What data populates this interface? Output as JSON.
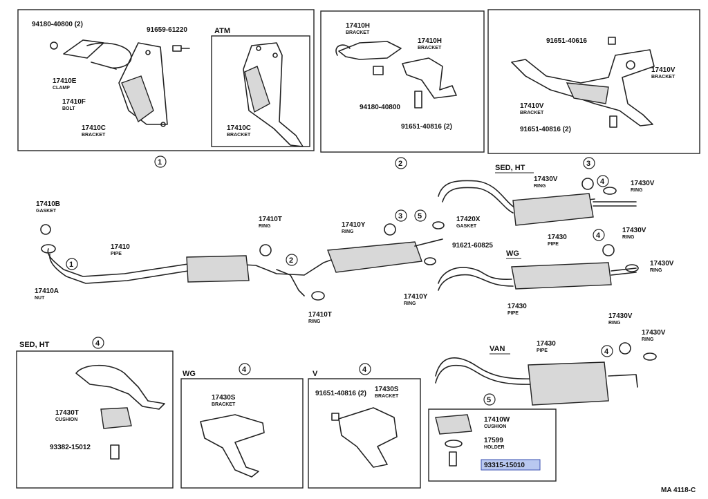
{
  "footer": {
    "diagram_code": "MA  4118-C"
  },
  "groups": {
    "g1": {
      "circle": "1",
      "atm_title": "ATM"
    },
    "g2": {
      "circle": "2"
    },
    "g4a": {
      "title": "SED, HT",
      "circle": "4"
    },
    "g4b": {
      "title": "WG",
      "circle": "4"
    },
    "g4c": {
      "title": "V",
      "circle": "4"
    },
    "g5": {
      "circle": "5"
    }
  },
  "callouts": [
    {
      "id": "p94180_40800_2",
      "part": "94180-40800 (2)",
      "desc": ""
    },
    {
      "id": "p91659_61220",
      "part": "91659-61220",
      "desc": ""
    },
    {
      "id": "p17410E",
      "part": "17410E",
      "desc": "CLAMP"
    },
    {
      "id": "p17410F",
      "part": "17410F",
      "desc": "BOLT"
    },
    {
      "id": "p17410C_a",
      "part": "17410C",
      "desc": "BRACKET"
    },
    {
      "id": "p17410C_b",
      "part": "17410C",
      "desc": "BRACKET"
    },
    {
      "id": "p17410H_a",
      "part": "17410H",
      "desc": "BRACKET"
    },
    {
      "id": "p17410H_b",
      "part": "17410H",
      "desc": "BRACKET"
    },
    {
      "id": "p94180_40800",
      "part": "94180-40800",
      "desc": ""
    },
    {
      "id": "p91651_40816_2a",
      "part": "91651-40816 (2)",
      "desc": ""
    },
    {
      "id": "p91651_40616",
      "part": "91651-40616",
      "desc": ""
    },
    {
      "id": "p17410V_a",
      "part": "17410V",
      "desc": "BRACKET"
    },
    {
      "id": "p17410V_b",
      "part": "17410V",
      "desc": "BRACKET"
    },
    {
      "id": "p91651_40816_2b",
      "part": "91651-40816 (2)",
      "desc": ""
    },
    {
      "id": "p17410B",
      "part": "17410B",
      "desc": "GASKET"
    },
    {
      "id": "p17410",
      "part": "17410",
      "desc": "PIPE"
    },
    {
      "id": "p17410A",
      "part": "17410A",
      "desc": "NUT"
    },
    {
      "id": "p17410T_a",
      "part": "17410T",
      "desc": "RING"
    },
    {
      "id": "p17410T_b",
      "part": "17410T",
      "desc": "RING"
    },
    {
      "id": "p17410Y_a",
      "part": "17410Y",
      "desc": "RING"
    },
    {
      "id": "p17410Y_b",
      "part": "17410Y",
      "desc": "RING"
    },
    {
      "id": "p17420X",
      "part": "17420X",
      "desc": "GASKET"
    },
    {
      "id": "p91621_60825",
      "part": "91621-60825",
      "desc": ""
    },
    {
      "id": "p17430V_a",
      "part": "17430V",
      "desc": "RING"
    },
    {
      "id": "p17430V_b",
      "part": "17430V",
      "desc": "RING"
    },
    {
      "id": "p17430V_c",
      "part": "17430V",
      "desc": "RING"
    },
    {
      "id": "p17430V_d",
      "part": "17430V",
      "desc": "RING"
    },
    {
      "id": "p17430V_e",
      "part": "17430V",
      "desc": "RING"
    },
    {
      "id": "p17430V_f",
      "part": "17430V",
      "desc": "RING"
    },
    {
      "id": "p17430_a",
      "part": "17430",
      "desc": "PIPE"
    },
    {
      "id": "p17430_b",
      "part": "17430",
      "desc": "PIPE"
    },
    {
      "id": "p17430_c",
      "part": "17430",
      "desc": "PIPE"
    },
    {
      "id": "p17430T",
      "part": "17430T",
      "desc": "CUSHION"
    },
    {
      "id": "p93382_15012",
      "part": "93382-15012",
      "desc": ""
    },
    {
      "id": "p17430S_a",
      "part": "17430S",
      "desc": "BRACKET"
    },
    {
      "id": "p91651_40816_2c",
      "part": "91651-40816 (2)",
      "desc": ""
    },
    {
      "id": "p17430S_b",
      "part": "17430S",
      "desc": "BRACKET"
    },
    {
      "id": "p17410W",
      "part": "17410W",
      "desc": "CUSHION"
    },
    {
      "id": "p17599",
      "part": "17599",
      "desc": "HOLDER"
    },
    {
      "id": "p93315_15010",
      "part": "93315-15010",
      "desc": "",
      "highlighted": true
    }
  ],
  "variants": {
    "sed_ht": "SED, HT",
    "wg": "WG",
    "van": "VAN"
  },
  "circle_labels": {
    "c1": "1",
    "c2": "2",
    "c3a": "3",
    "c3b": "3",
    "c4a": "4",
    "c4b": "4",
    "c4c": "4",
    "c5a": "5"
  }
}
